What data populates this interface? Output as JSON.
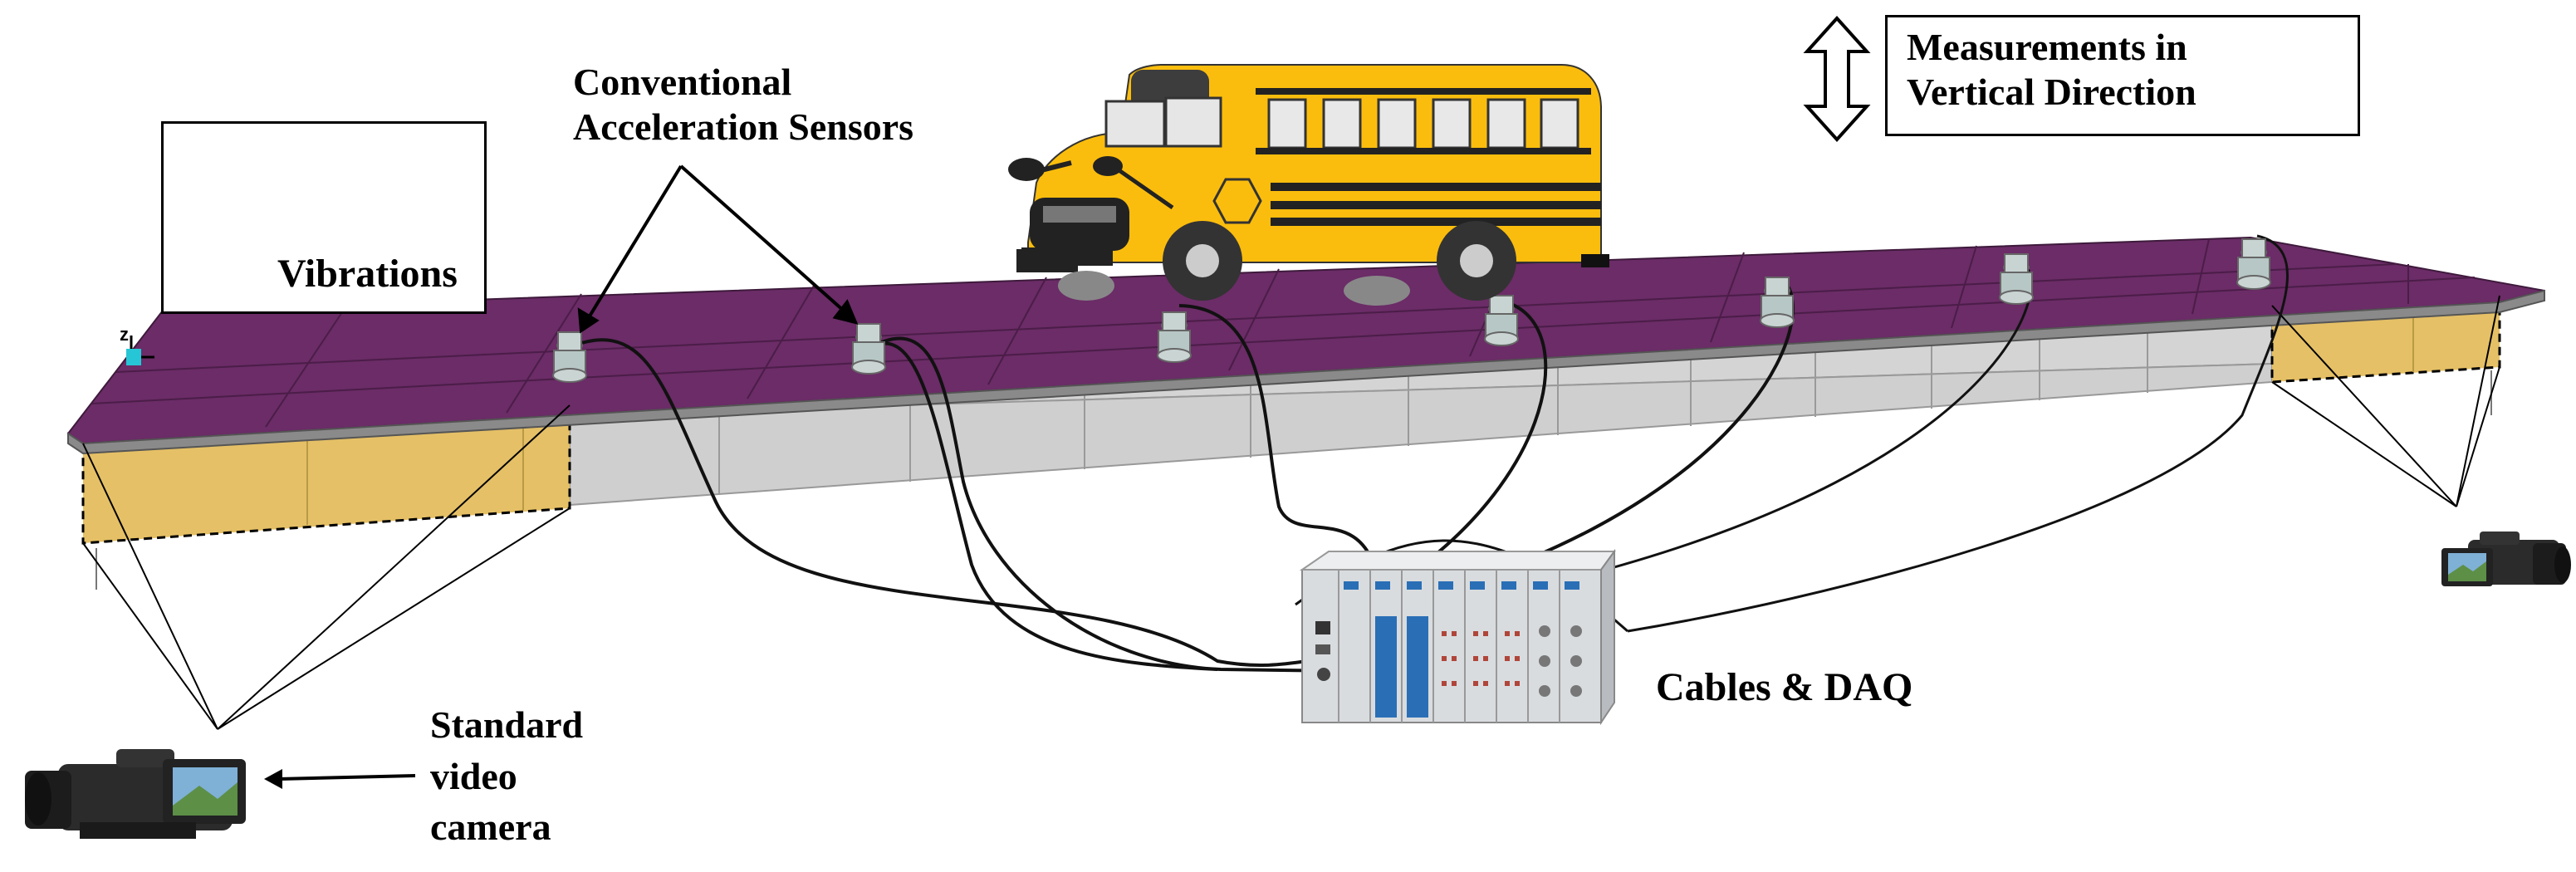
{
  "labels": {
    "measurements": [
      "Measurements in",
      "Vertical Direction"
    ],
    "vibrations": "Vibrations",
    "sensors": [
      "Conventional",
      "Acceleration Sensors"
    ],
    "daq": "Cables & DAQ",
    "camera": [
      "Standard",
      "video",
      "camera"
    ]
  },
  "axis_label": "z",
  "colors": {
    "deck": "#6b2c67",
    "deck_grid": "#4f1f4c",
    "girder": "#d3d3d3",
    "abutment": "#e6c36a",
    "bus": "#fbbd0d",
    "signal": "#2a7fc4",
    "cable": "#000000"
  },
  "icons": [
    "double-arrow-icon",
    "bus-icon",
    "accelerometer-icon",
    "daq-icon",
    "camera-icon"
  ]
}
